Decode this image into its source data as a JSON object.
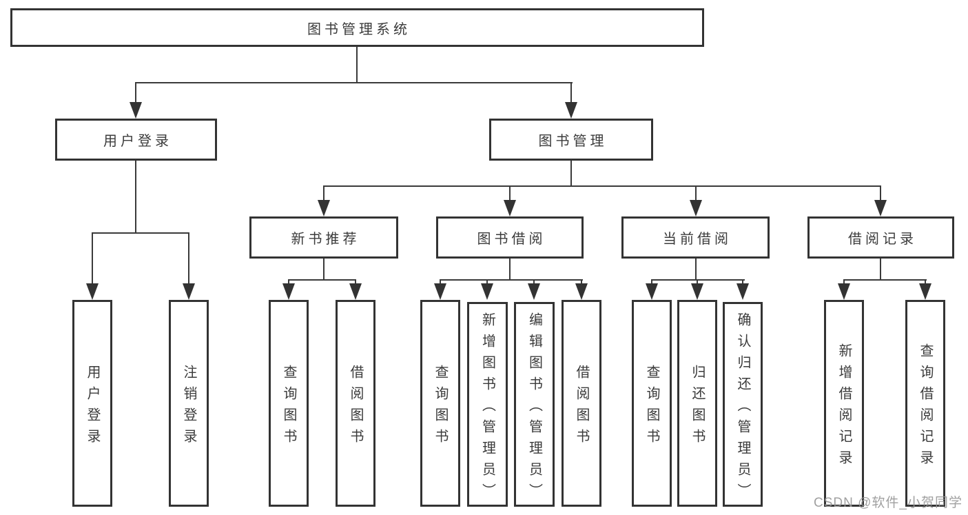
{
  "watermark": "CSDN @软件_小贺同学",
  "colors": {
    "background": "#ffffff",
    "box_border": "#333333",
    "connector_line": "#3a3a3a",
    "text": "#3b3b3b",
    "watermark": "#969696"
  },
  "diagram_type": "hierarchy-tree",
  "tree": {
    "root": {
      "label": "图书管理系统"
    },
    "branches": [
      {
        "label": "用户登录",
        "leaves": [
          "用户登录",
          "注销登录"
        ]
      },
      {
        "label": "图书管理",
        "groups": [
          {
            "label": "新书推荐",
            "leaves": [
              "查询图书",
              "借阅图书"
            ]
          },
          {
            "label": "图书借阅",
            "leaves": [
              "查询图书",
              "新增图书（管理员）",
              "编辑图书（管理员）",
              "借阅图书"
            ]
          },
          {
            "label": "当前借阅",
            "leaves": [
              "查询图书",
              "归还图书",
              "确认归还（管理员）"
            ]
          },
          {
            "label": "借阅记录",
            "leaves": [
              "新增借阅记录",
              "查询借阅记录"
            ]
          }
        ]
      }
    ]
  }
}
